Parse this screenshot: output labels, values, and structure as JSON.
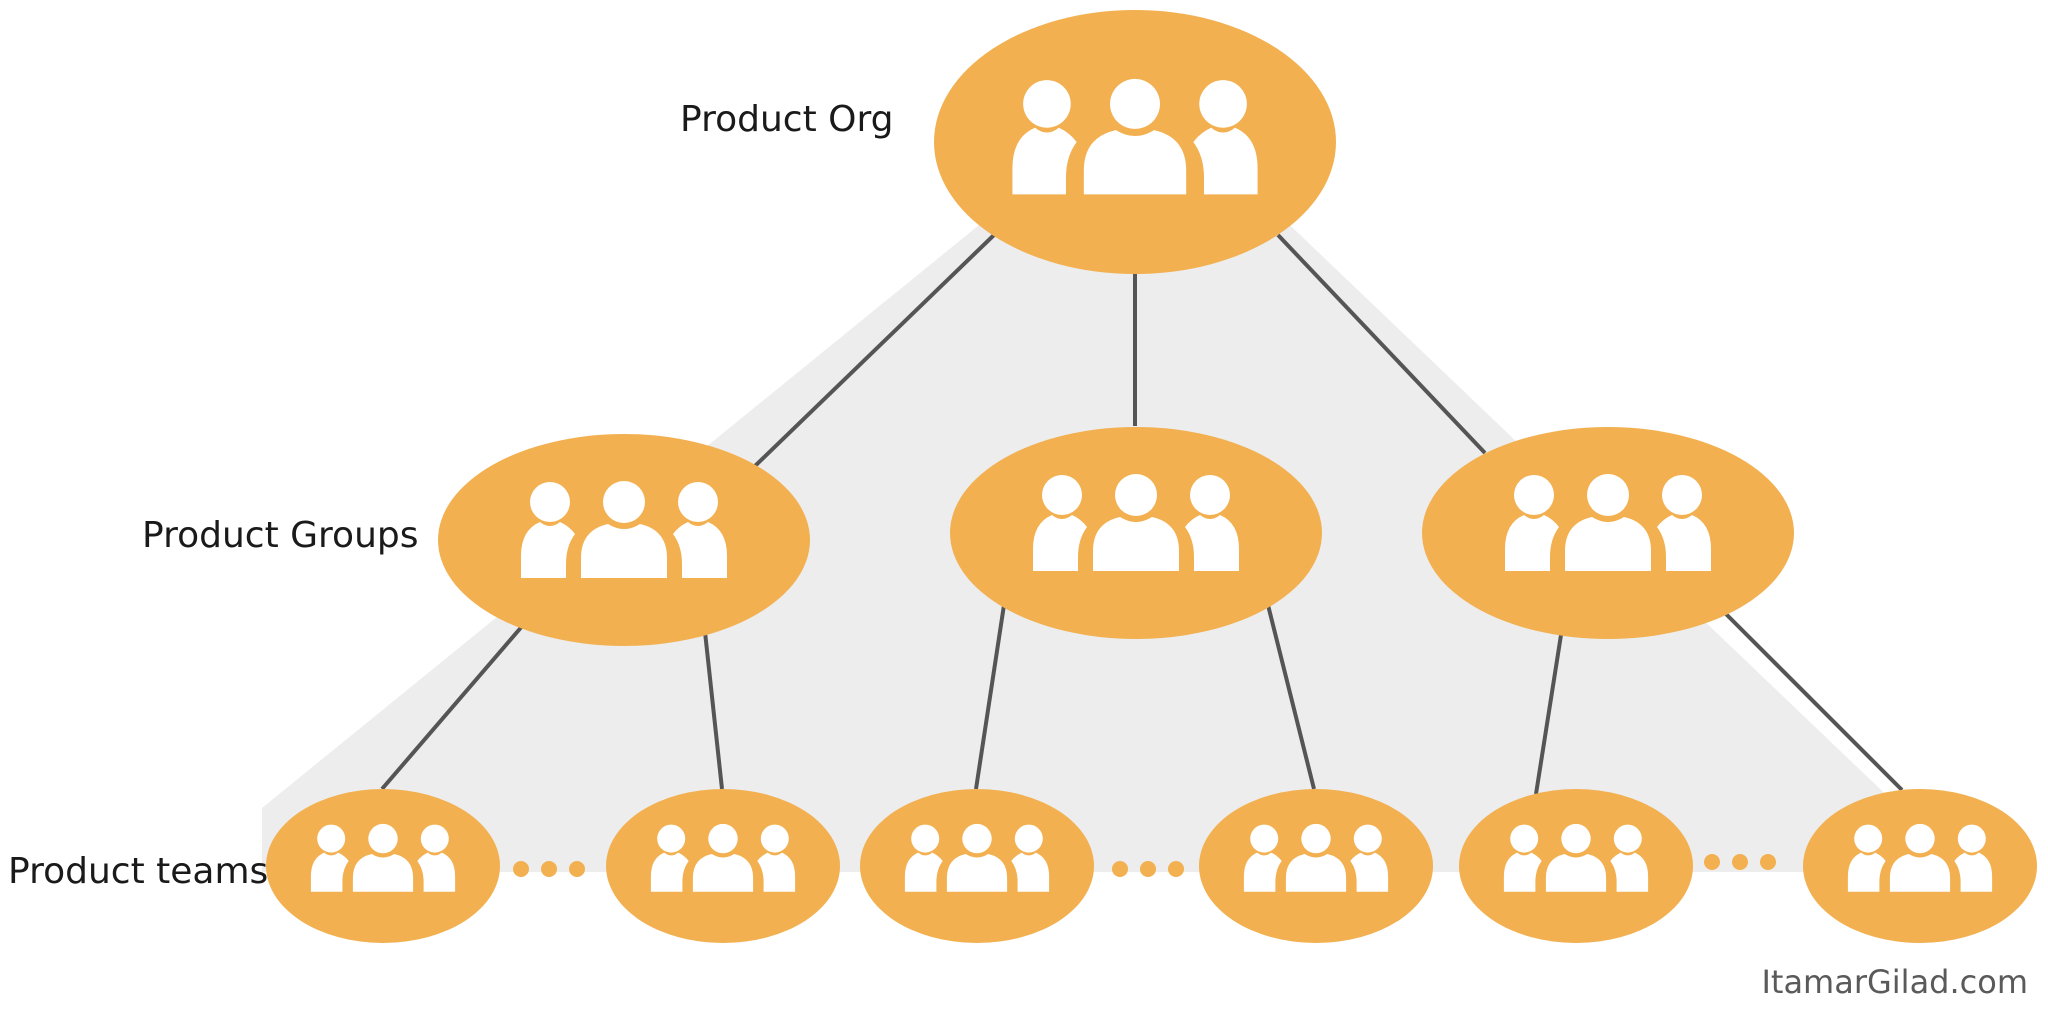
{
  "labels": {
    "org": "Product Org",
    "groups": "Product Groups",
    "teams": "Product teams"
  },
  "watermark": "ItamarGilad.com",
  "colors": {
    "node_fill": "#F2B050",
    "icon": "#FFFFFF",
    "connector": "#555555",
    "pyramid": "#EDEDED",
    "ellipsis_dots": "#F2B050"
  },
  "hierarchy": {
    "org": {
      "name": "product-org-node",
      "icon": "people-group-icon"
    },
    "groups": [
      {
        "name": "product-group-1",
        "icon": "people-group-icon",
        "teams": [
          "team-1a",
          "team-1b"
        ],
        "more_teams": true
      },
      {
        "name": "product-group-2",
        "icon": "people-group-icon",
        "teams": [
          "team-2a",
          "team-2b"
        ],
        "more_teams": true
      },
      {
        "name": "product-group-3",
        "icon": "people-group-icon",
        "teams": [
          "team-3a",
          "team-3b"
        ],
        "more_teams": true
      }
    ]
  }
}
